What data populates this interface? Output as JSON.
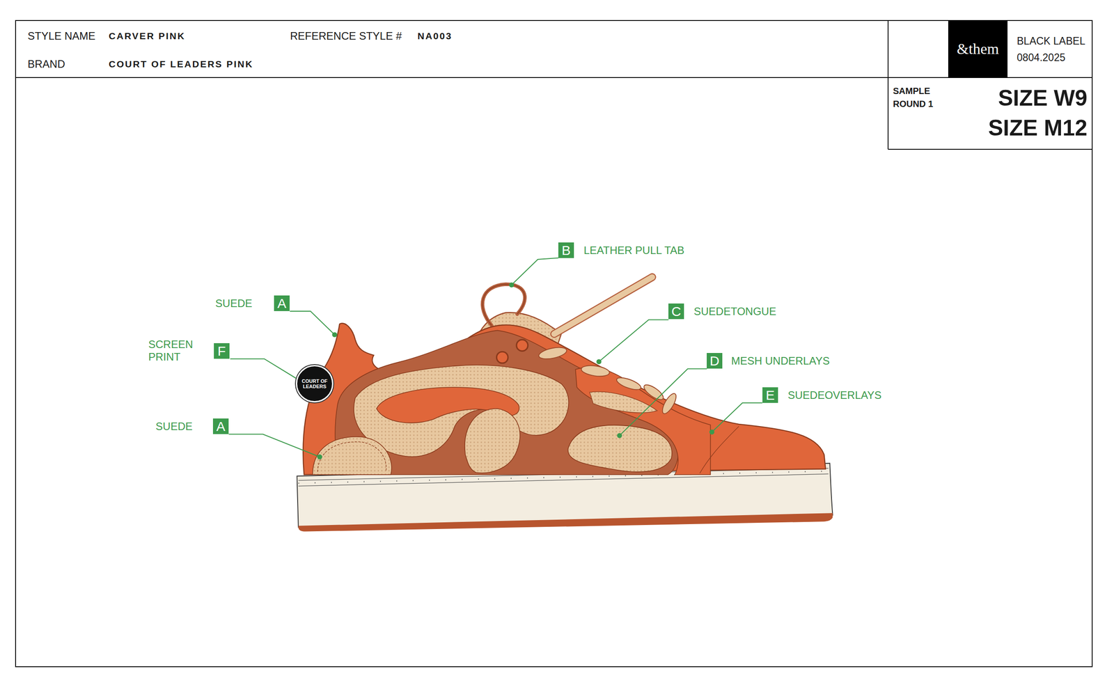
{
  "diagram": {
    "nodes": [
      {
        "text": [
          "&them"
        ]
      },
      {
        "text": [
          "B",
          "LEATHER PULL TAB"
        ]
      },
      {
        "text": [
          "A",
          "SUEDE"
        ]
      },
      {
        "text": [
          "C",
          "SUEDETONGUE"
        ]
      },
      {
        "text": [
          "F",
          "SCREEN PRINT"
        ]
      },
      {
        "text": [
          "D",
          "MESH UNDERLAYS"
        ]
      },
      {
        "text": [
          "COURT OF LEADERS"
        ]
      },
      {
        "text": [
          "E",
          "SUEDEOVERLAYS"
        ]
      },
      {
        "text": [
          "A",
          "SUEDE"
        ]
      }
    ],
    "edges": [],
    "labels": [
      "STYLE NAME",
      "CARVER PINK",
      "REFERENCE STYLE #",
      "NA003",
      "BRAND",
      "COURT OF LEADERS PINK",
      "BLACK LABEL",
      "0804.2025",
      "SAMPLE ROUND 1",
      "SIZE W9",
      "SIZE M12"
    ]
  }
}
